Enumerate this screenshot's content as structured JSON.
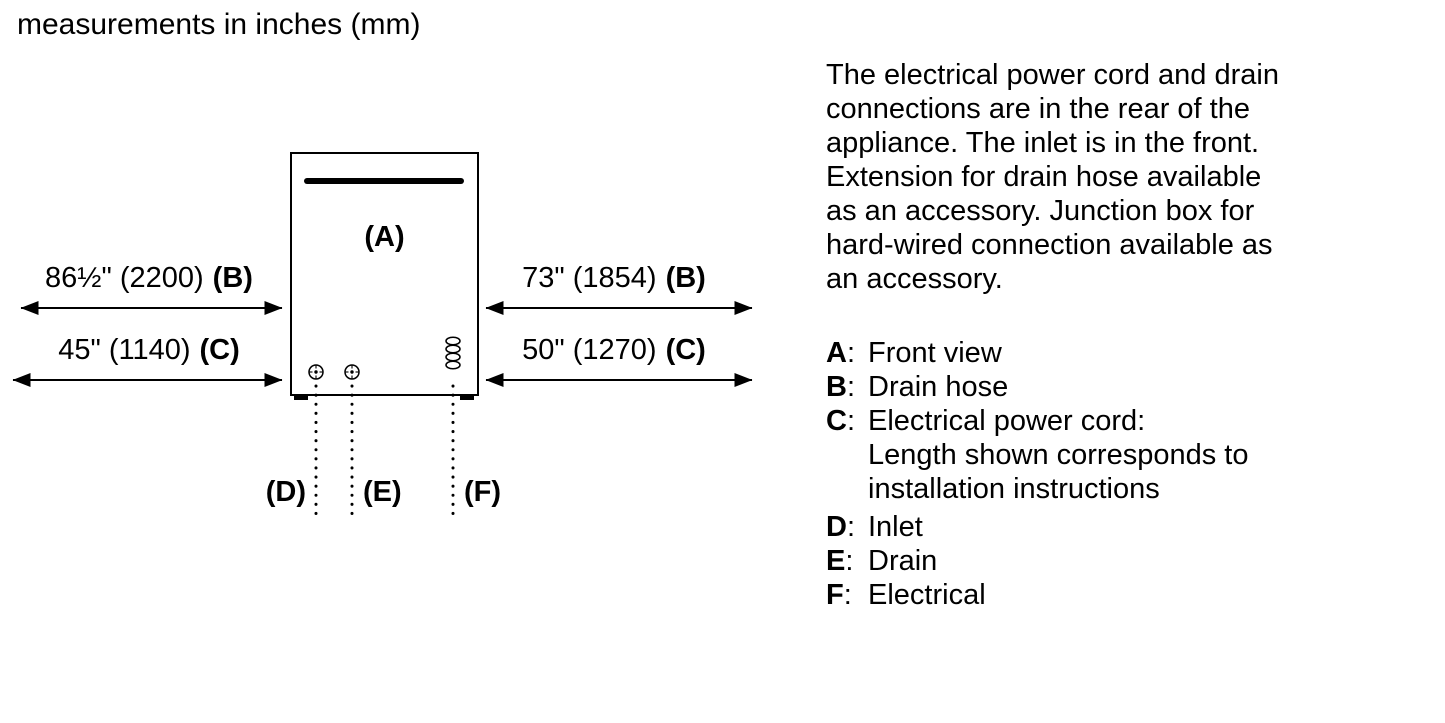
{
  "title": "measurements in inches (mm)",
  "colors": {
    "ink": "#000000",
    "background": "#ffffff"
  },
  "diagram": {
    "appliance_label": "(A)",
    "dimensions": {
      "left_top": {
        "value": "86½\" (2200)",
        "key": "(B)"
      },
      "left_bottom": {
        "value": "45\" (1140)",
        "key": "(C)"
      },
      "right_top": {
        "value": "73\" (1854)",
        "key": "(B)"
      },
      "right_bottom": {
        "value": "50\" (1270)",
        "key": "(C)"
      }
    },
    "connection_labels": {
      "inlet": "(D)",
      "drain": "(E)",
      "electrical": "(F)"
    },
    "symbols": {
      "inlet": "crosshair-circle",
      "drain": "crosshair-circle",
      "electrical": "coiled-cord"
    }
  },
  "notes": {
    "paragraph_lines": [
      "The electrical power cord and drain",
      "connections are in the rear of the",
      "appliance. The inlet is in the front.",
      "Extension for drain hose available",
      "as an accessory. Junction box for",
      "hard-wired connection available as",
      "an accessory."
    ],
    "legend_separator": ":",
    "legend": {
      "a": {
        "key": "A",
        "text": "Front view"
      },
      "b": {
        "key": "B",
        "text": "Drain hose"
      },
      "c": {
        "key": "C",
        "text": "Electrical power cord:"
      },
      "c_line2": "Length shown corresponds to",
      "c_line3": "installation instructions",
      "d": {
        "key": "D",
        "text": "Inlet"
      },
      "e": {
        "key": "E",
        "text": "Drain"
      },
      "f": {
        "key": "F",
        "text": "Electrical"
      }
    }
  }
}
